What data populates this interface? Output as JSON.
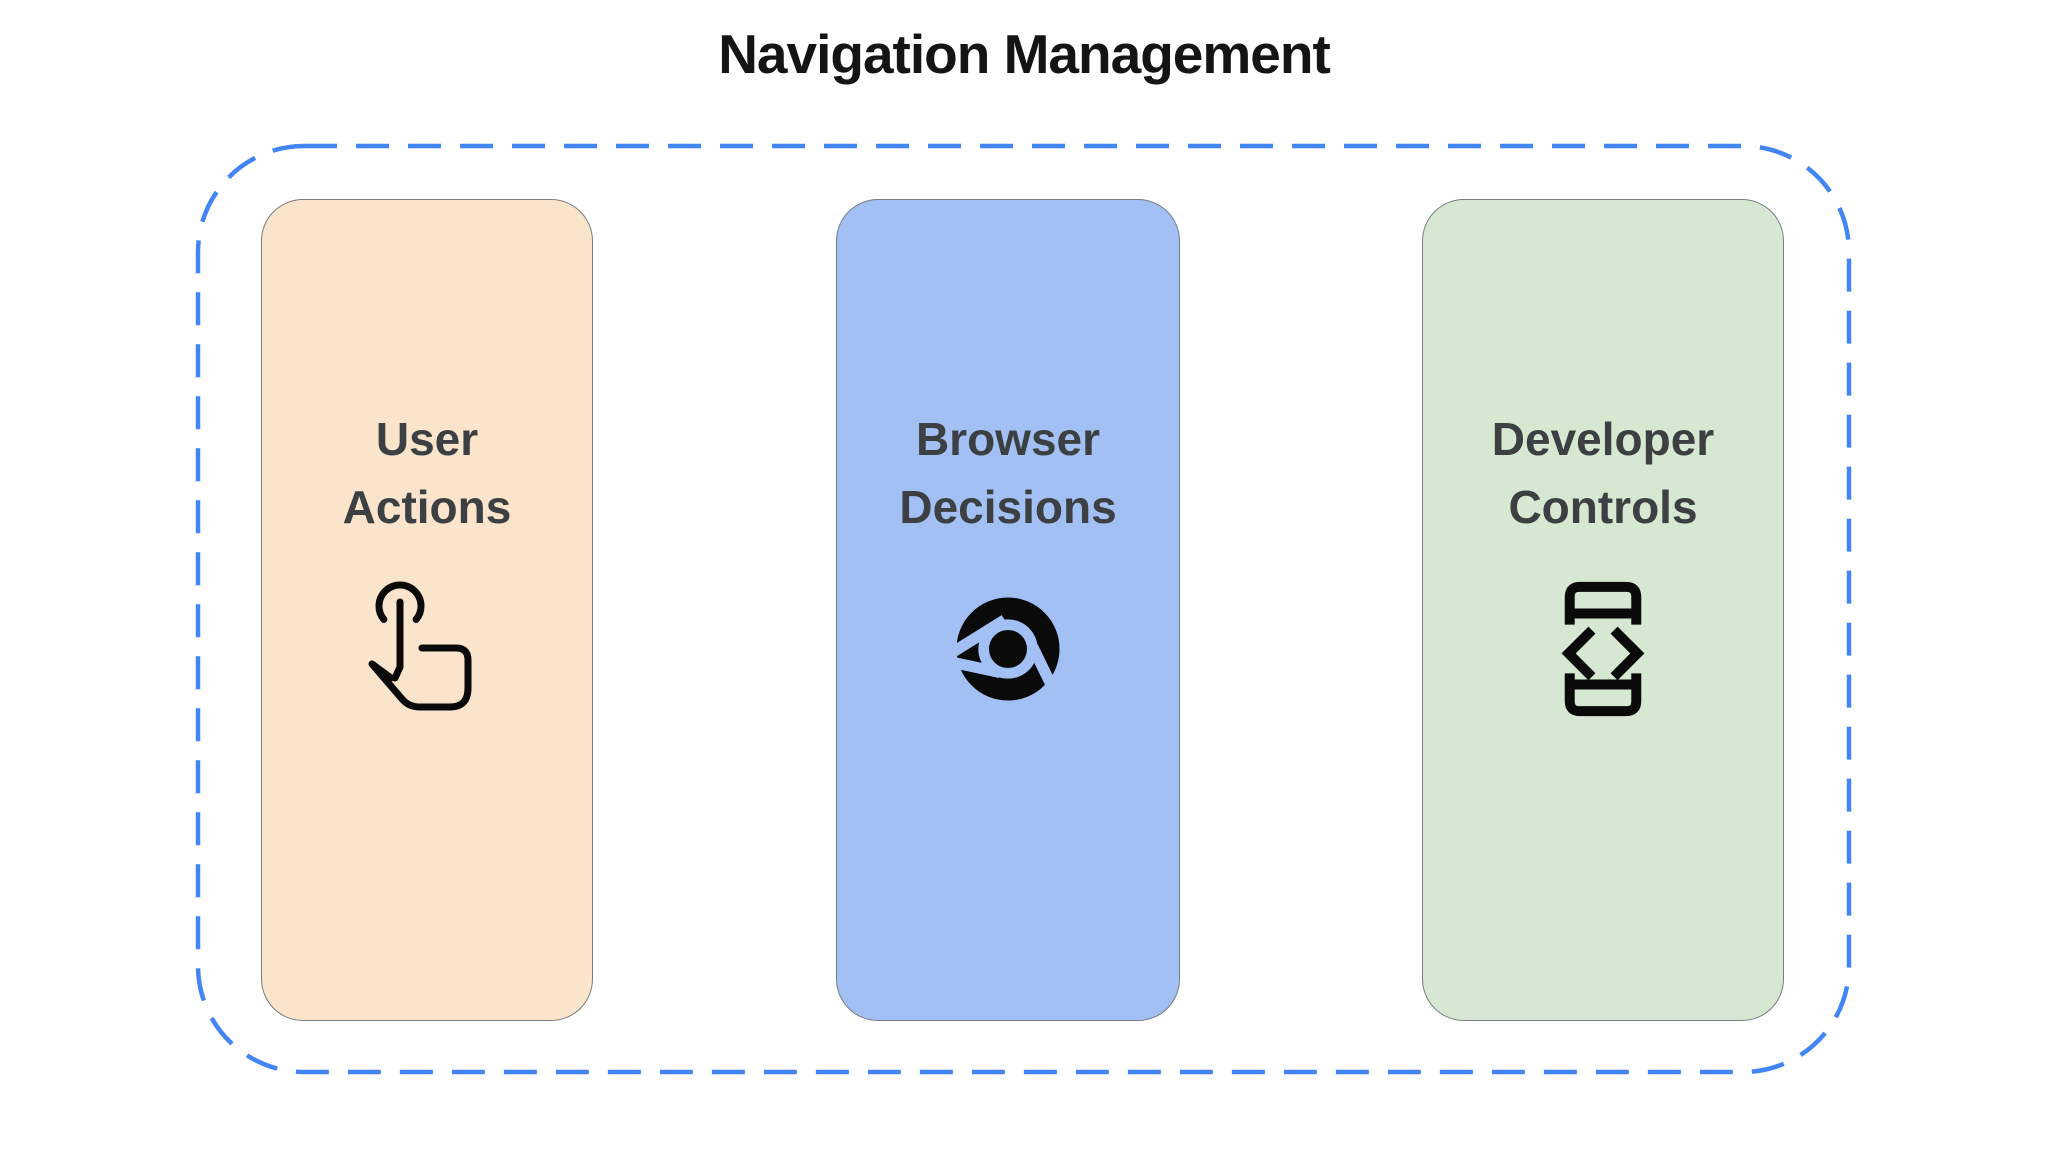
{
  "title": "Navigation Management",
  "diagram": {
    "boundary_color": "#4285F4",
    "label_color": "#3C4043",
    "icon_color": "#0a0a0a",
    "cards": [
      {
        "id": "user-actions",
        "label": "User\nActions",
        "icon": "touch-gesture-icon",
        "bg": "#FAE4CC"
      },
      {
        "id": "browser-decisions",
        "label": "Browser\nDecisions",
        "icon": "chrome-browser-icon",
        "bg": "#A2C0F3"
      },
      {
        "id": "developer-controls",
        "label": "Developer\nControls",
        "icon": "developer-mode-icon",
        "bg": "#D6E8D2"
      }
    ]
  }
}
